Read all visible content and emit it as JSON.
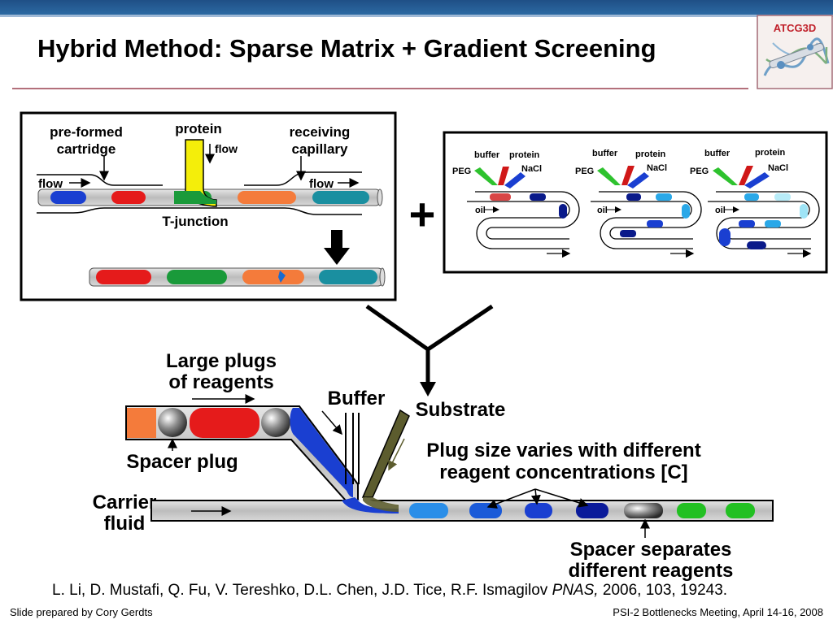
{
  "slide": {
    "title": "Hybrid Method: Sparse Matrix + Gradient Screening",
    "logo_text": "ATCG3D",
    "footer_left": "Slide prepared by Cory Gerdts",
    "footer_right": "PSI-2 Bottlenecks Meeting,  April 14-16, 2008"
  },
  "citation": {
    "authors": "L. Li, D. Mustafi, Q. Fu, V. Tereshko, D.L. Chen, J.D. Tice, R.F. Ismagilov ",
    "journal": "PNAS,",
    "details": " 2006, 103, 19243."
  },
  "panel_left": {
    "preformed_line1": "pre-formed",
    "preformed_line2": "cartridge",
    "protein": "protein",
    "flow_down": "flow",
    "receiving_line1": "receiving",
    "receiving_line2": "capillary",
    "flow_left": "flow",
    "flow_right": "flow",
    "tjunction": "T-junction"
  },
  "panel_right": {
    "buffer": "buffer",
    "protein": "protein",
    "peg": "PEG",
    "nacl": "NaCl",
    "oil": "oil"
  },
  "plus_sign": "+",
  "bottom": {
    "large_plugs_line1": "Large plugs",
    "large_plugs_line2": "of reagents",
    "buffer": "Buffer",
    "substrate": "Substrate",
    "spacer_plug": "Spacer plug",
    "plug_size_line1": "Plug size varies with different",
    "plug_size_line2": "reagent concentrations [C]",
    "carrier_line1": "Carrier",
    "carrier_line2": "fluid",
    "spacer_sep_line1": "Spacer separates",
    "spacer_sep_line2": "different reagents"
  },
  "colors": {
    "topbar": "#1f4f86",
    "rule": "#b3707b",
    "plug_blue": "#1a3fd1",
    "plug_red": "#e51b1b",
    "plug_green": "#1a9a3a",
    "plug_orange": "#f47b3b",
    "plug_teal": "#1a8fa0",
    "plug_navy": "#0a1a8a",
    "plug_light_blue": "#2aa8e8",
    "protein_yellow": "#f4ee0a",
    "substrate_olive": "#5c5c2e"
  }
}
